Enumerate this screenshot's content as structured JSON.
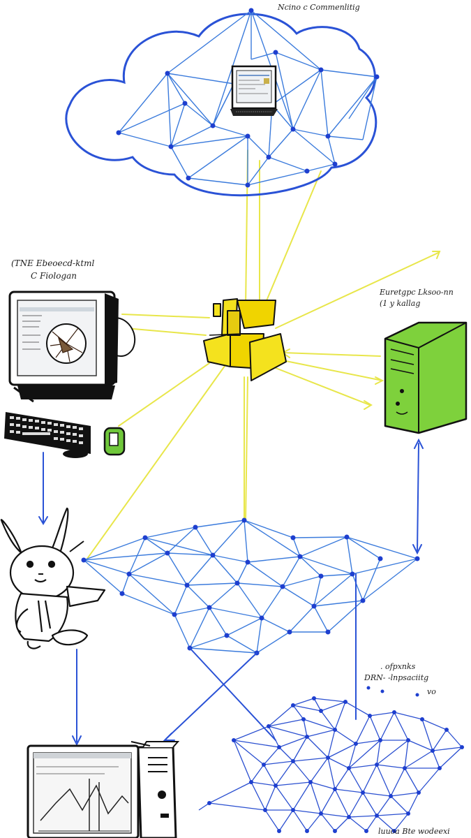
{
  "labels": {
    "cloud_title": "Ncino c Commenlitig",
    "left_monitor_line1": "(TNE Ebeoecd-ktml",
    "left_monitor_line2": "C Fiologan",
    "server_line1": "Euretgpc Lksoo-nn",
    "server_line2": "(1 y kallag",
    "bottom_right_line1": ". ofpxnks",
    "bottom_right_line2": "DRN- -lnpsaciitg",
    "bottom_right_line3": "vo",
    "footer": "luuoa Bte wodeexi"
  },
  "colors": {
    "mesh_blue": "#2a52d6",
    "mesh_light": "#3b7bdc",
    "link_yellow": "#e8e64a",
    "hub_yellow": "#f4e21e",
    "server_green": "#7ed13c",
    "ink": "#111111"
  },
  "icons": [
    "cloud-icon",
    "laptop-icon",
    "monitor-icon",
    "keyboard-icon",
    "mouse-icon",
    "hub-icon",
    "server-icon",
    "rabbit-character-icon",
    "desktop-computer-icon"
  ]
}
